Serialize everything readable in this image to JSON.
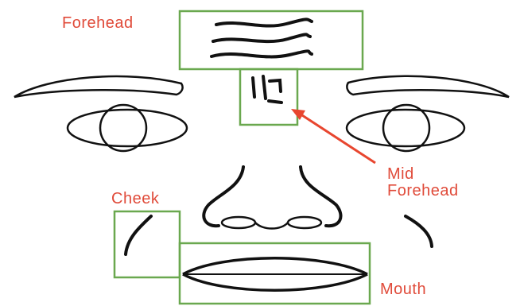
{
  "labels": {
    "forehead": "Forehead",
    "mid_forehead": "Mid\nForehead",
    "cheek": "Cheek",
    "mouth": "Mouth"
  },
  "colors": {
    "label_red": "#e04b3a",
    "arrow_red": "#e8462f",
    "box_green": "#6aa84f",
    "line_black": "#111111",
    "background": "#ffffff"
  },
  "regions": [
    "forehead",
    "mid-forehead",
    "cheek",
    "mouth"
  ]
}
